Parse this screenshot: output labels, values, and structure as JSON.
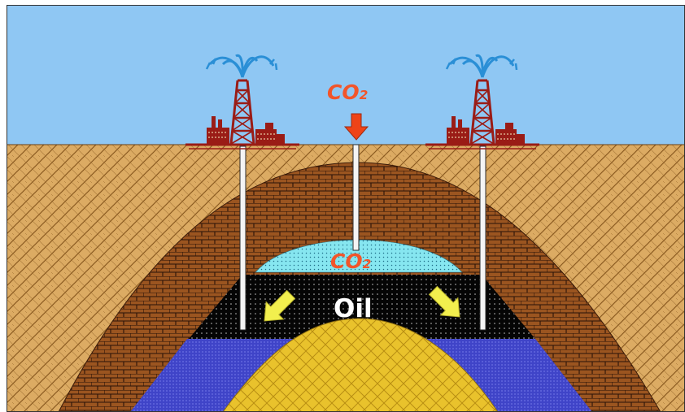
{
  "labels": {
    "co2_top": "CO",
    "co2_top_sub": "2",
    "co2_reservoir": "CO",
    "co2_reservoir_sub": "2",
    "oil": "Oil"
  },
  "colors": {
    "sky": "#8fc7f3",
    "ground": "#d9a55b",
    "cap_rock": "#9b5520",
    "co2_zone": "#7fe4ef",
    "oil_zone": "#050505",
    "water_zone": "#3f44c8",
    "core": "#e8c02a",
    "rig": "#9a1c16",
    "gusher": "#2a8fd6",
    "well_pipe": "#f4f4f4",
    "arrow_down": "#ee4318",
    "arrow_flow": "#f2ef4e",
    "label_co2": "#f2552a",
    "label_oil": "#ffffff"
  }
}
